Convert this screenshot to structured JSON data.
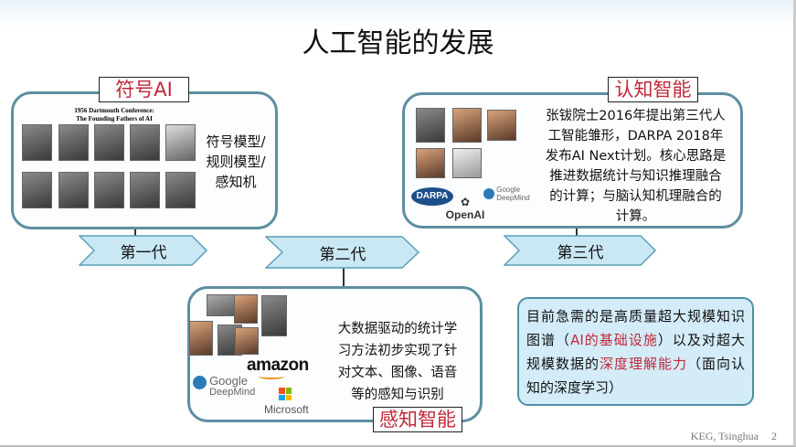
{
  "title": "人工智能的发展",
  "gen1": {
    "label": "符号AI",
    "caption_line1": "1956 Dartmouth Conference:",
    "caption_line2": "The Founding Fathers of AI",
    "text": [
      "符号模型/",
      "规则模型/",
      "感知机"
    ]
  },
  "gen2": {
    "label": "感知智能",
    "text": [
      "大数据驱动的统计学",
      "习方法初步实现了针",
      "对文本、图像、语音",
      "等的感知与识别"
    ],
    "logos": {
      "amazon": "amazon",
      "google": "Google",
      "deepmind": "DeepMind",
      "microsoft": "Microsoft"
    }
  },
  "gen3": {
    "label": "认知智能",
    "text": [
      "张钹院士2016年提出第三代人",
      "工智能雏形，DARPA 2018年",
      "发布AI Next计划。核心思路是",
      "推进数据统计与知识推理融合",
      "的计算；与脑认知机理融合的",
      "计算。"
    ],
    "logos": {
      "darpa": "DARPA",
      "openai": "OpenAI",
      "google": "Google",
      "deepmind": "DeepMind"
    }
  },
  "timeline": [
    "第一代",
    "第二代",
    "第三代"
  ],
  "note": {
    "p1": "目前急需的是高质量超大规模知识图谱（",
    "h1": "AI的基础设施",
    "p2": "）以及对超大规模数据的",
    "h2": "深度理解能力",
    "p3": "（面向认知的深度学习）"
  },
  "footer": {
    "org": "KEG, Tsinghua",
    "page": "2"
  },
  "colors": {
    "label_red": "#c0283a",
    "box_border": "#5e8ea0",
    "chevron_fill": "#c9e8f4",
    "note_fill": "#d3ecf7"
  }
}
